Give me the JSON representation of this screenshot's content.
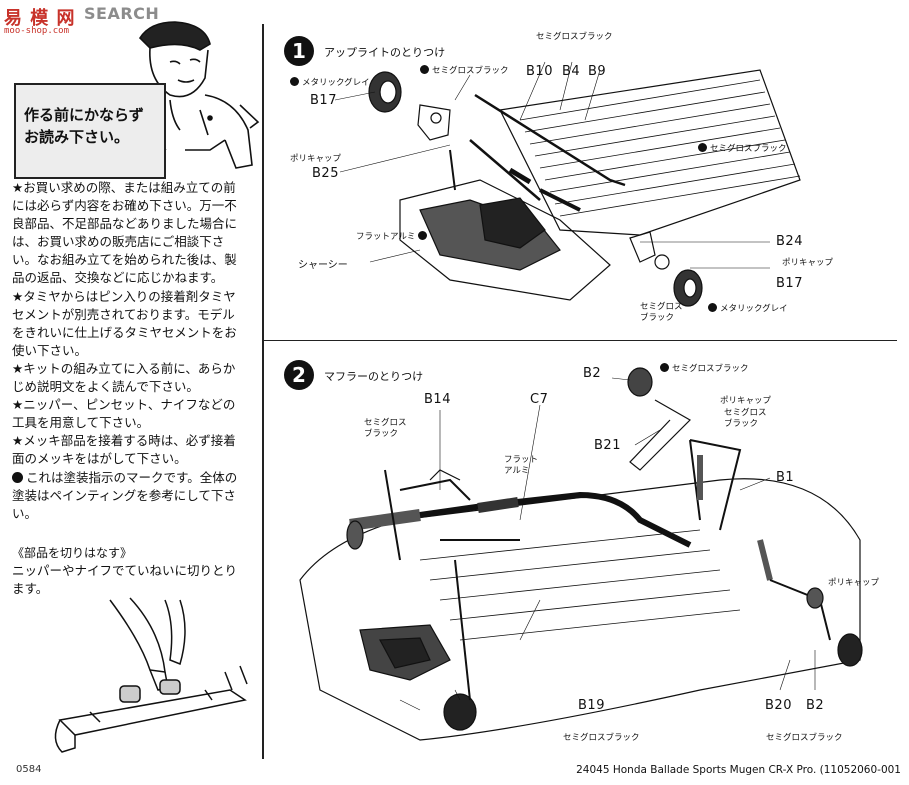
{
  "watermark": {
    "name": "易 模 网",
    "search": "SEARCH",
    "url": "moo-shop.com"
  },
  "sign_text": [
    "作る前にかならず",
    "お読み下さい。"
  ],
  "notes": [
    "★お買い求めの際、または組み立ての前には必らず内容をお確め下さい。万一不良部品、不足部品などありました場合には、お買い求めの販売店にご相談下さい。なお組み立てを始められた後は、製品の返品、交換などに応じかねます。",
    "★タミヤからはピン入りの接着剤タミヤセメントが別売されております。モデルをきれいに仕上げるタミヤセメントをお使い下さい。",
    "★キットの組み立てに入る前に、あらかじめ説明文をよく読んで下さい。",
    "★ニッパー、ピンセット、ナイフなどの工具を用意して下さい。",
    "★メッキ部品を接着する時は、必ず接着面のメッキをはがして下さい。",
    "これは塗装指示のマークです。全体の塗装はペインティングを参考にして下さい。"
  ],
  "cutting": {
    "title": "《部品を切りはなす》",
    "text": "ニッパーやナイフでていねいに切りとります。"
  },
  "step1": {
    "number": "1",
    "title": "アップライトのとりつけ",
    "labels": {
      "metallic_gray_top": "メタリックグレイ",
      "semigloss_black_a": "セミグロスブラック",
      "semigloss_black_b": "セミグロスブラック",
      "polycap_left": "ポリキャップ",
      "semigloss_black_right": "セミグロスブラック",
      "flat_aluminum": "フラットアルミ",
      "chassis": "シャーシー",
      "polycap_right": "ポリキャップ",
      "semigloss_black_bottom": [
        "セミグロス",
        "ブラック"
      ],
      "metallic_gray_bottom": "メタリックグレイ"
    },
    "parts": {
      "b17_top": "B17",
      "b10": "B10",
      "b4": "B4",
      "b9": "B9",
      "b25": "B25",
      "b24": "B24",
      "b17_bottom": "B17"
    }
  },
  "step2": {
    "number": "2",
    "title": "マフラーのとりつけ",
    "labels": {
      "semigloss_black_top": "セミグロスブラック",
      "polycap_top": "ポリキャップ",
      "semigloss_black_mid": [
        "セミグロス",
        "ブラック"
      ],
      "semigloss_black_left": [
        "セミグロス",
        "ブラック"
      ],
      "flat_aluminum": [
        "フラット",
        "アルミ"
      ],
      "polycap_right": "ポリキャップ",
      "semigloss_black_b19": "セミグロスブラック",
      "semigloss_black_b20": "セミグロスブラック"
    },
    "parts": {
      "b2_top": "B2",
      "b14": "B14",
      "c7": "C7",
      "b21": "B21",
      "b1": "B1",
      "b19": "B19",
      "b20": "B20",
      "b2_bottom": "B2"
    }
  },
  "page_number": "0584",
  "footer": "24045 Honda Ballade Sports Mugen CR-X Pro. (11052060-001"
}
